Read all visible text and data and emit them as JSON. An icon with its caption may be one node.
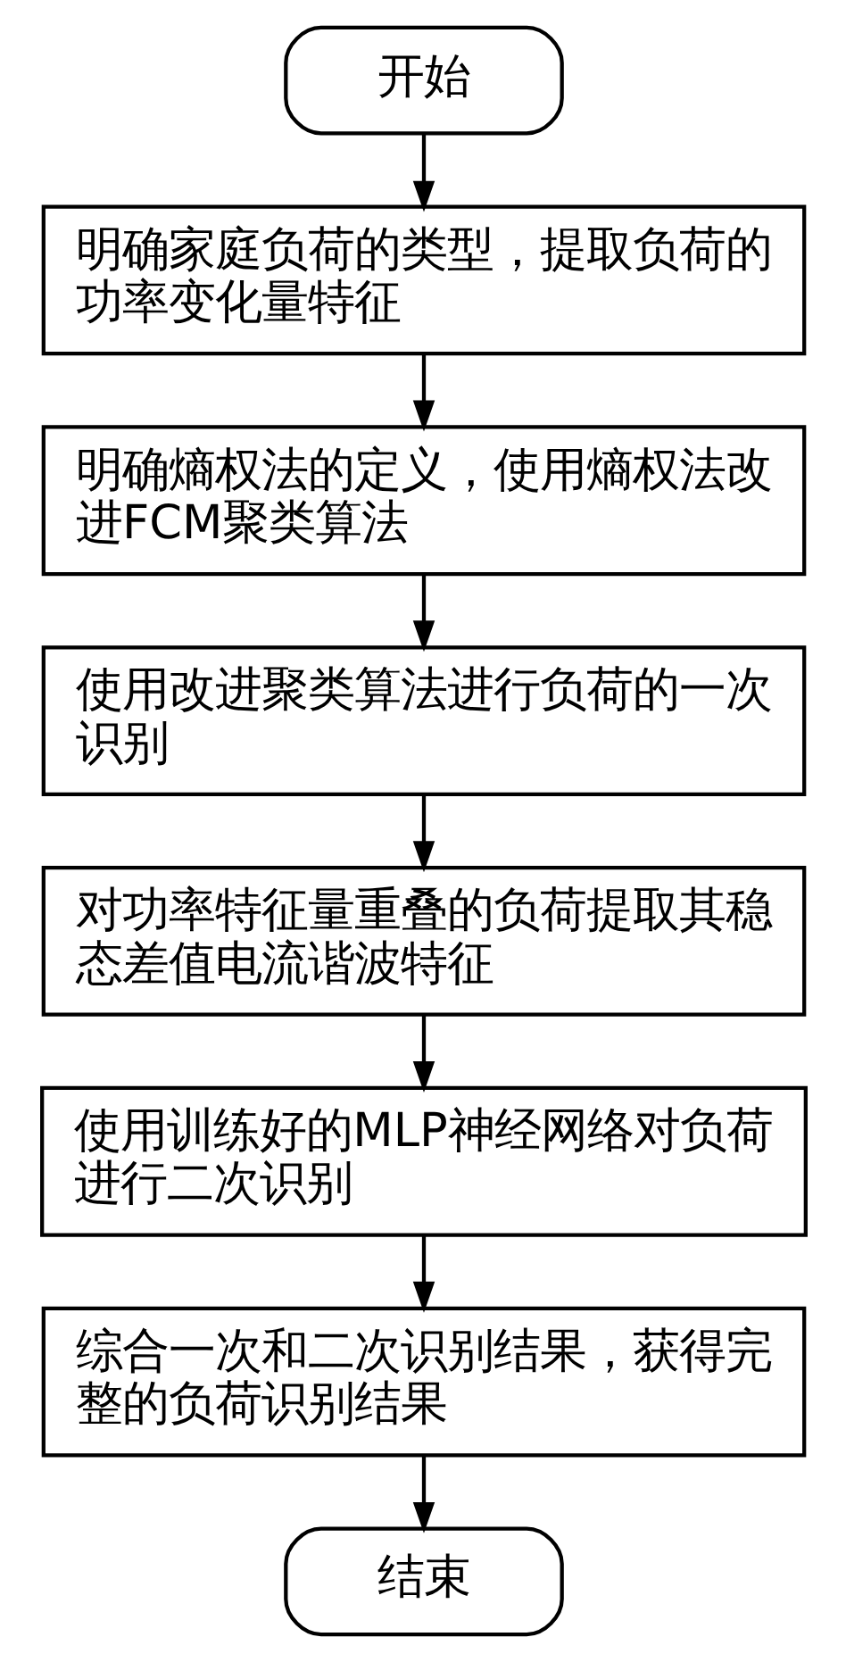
{
  "diagram": {
    "nodes": [
      {
        "text": [
          "开始"
        ]
      },
      {
        "text": [
          "明确家庭负荷的类型，提取负荷的功率变化量特征"
        ]
      },
      {
        "text": [
          "明确熵权法的定义，使用熵权法改进FCM聚类算法"
        ]
      },
      {
        "text": [
          "使用改进聚类算法进行负荷的一次识别"
        ]
      },
      {
        "text": [
          "对功率特征量重叠的负荷提取其稳态差值电流谐波特征"
        ]
      },
      {
        "text": [
          "使用训练好的MLP神经网络对负荷进行二次识别"
        ]
      },
      {
        "text": [
          "综合一次和二次识别结果，获得完整的负荷识别结果"
        ]
      },
      {
        "text": [
          "结束"
        ]
      }
    ],
    "edges": [
      {
        "from": 0,
        "to": 1,
        "arrow": "to"
      },
      {
        "from": 1,
        "to": 2,
        "arrow": "to"
      },
      {
        "from": 2,
        "to": 3,
        "arrow": "to"
      },
      {
        "from": 3,
        "to": 4,
        "arrow": "to"
      },
      {
        "from": 4,
        "to": 5,
        "arrow": "to"
      },
      {
        "from": 5,
        "to": 6,
        "arrow": "to"
      },
      {
        "from": 6,
        "to": 7,
        "arrow": "to"
      }
    ]
  }
}
